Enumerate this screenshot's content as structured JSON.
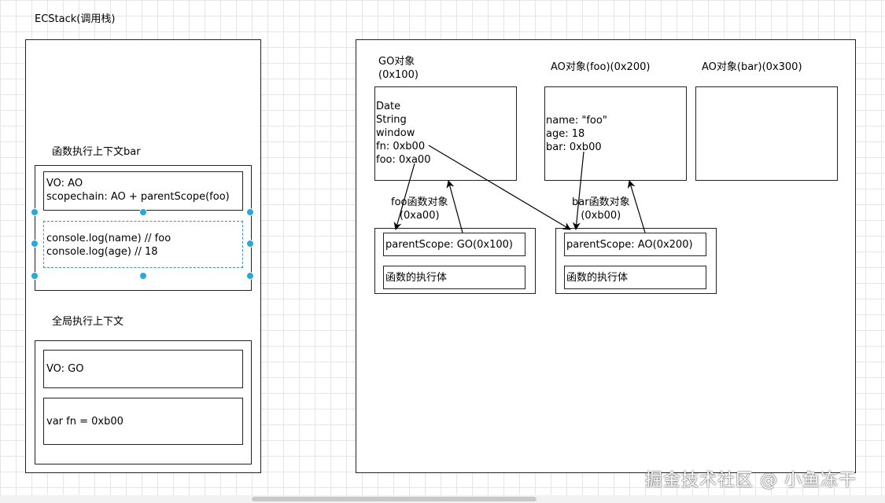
{
  "ecstack": {
    "title": "ECStack(调用栈)",
    "bar_ctx": {
      "title": "函数执行上下文bar",
      "vo": "VO: AO\nscopechain: AO + parentScope(foo)",
      "code": "console.log(name) // foo\nconsole.log(age) // 18"
    },
    "global_ctx": {
      "title": "全局执行上下文",
      "vo": "VO: GO",
      "code": "var fn = 0xb00"
    }
  },
  "heap": {
    "go": {
      "title": "GO对象\n(0x100)",
      "content": "Date\nString\nwindow\nfn: 0xb00\nfoo: 0xa00"
    },
    "ao_foo": {
      "title": "AO对象(foo)(0x200)",
      "content": "name: \"foo\"\nage: 18\nbar: 0xb00"
    },
    "ao_bar": {
      "title": "AO对象(bar)(0x300)"
    },
    "foo_fn": {
      "title": "foo函数对象\n(0xa00)",
      "scope": "parentScope: GO(0x100)",
      "body": "函数的执行体"
    },
    "bar_fn": {
      "title": "bar函数对象\n(0xb00)",
      "scope": "parentScope: AO(0x200)",
      "body": "函数的执行体"
    }
  },
  "watermark": "掘金技术社区 @ 小鱼冻干",
  "colors": {
    "selection_handle": "#29a8e0",
    "selection_dash": "#3a8fc4"
  }
}
